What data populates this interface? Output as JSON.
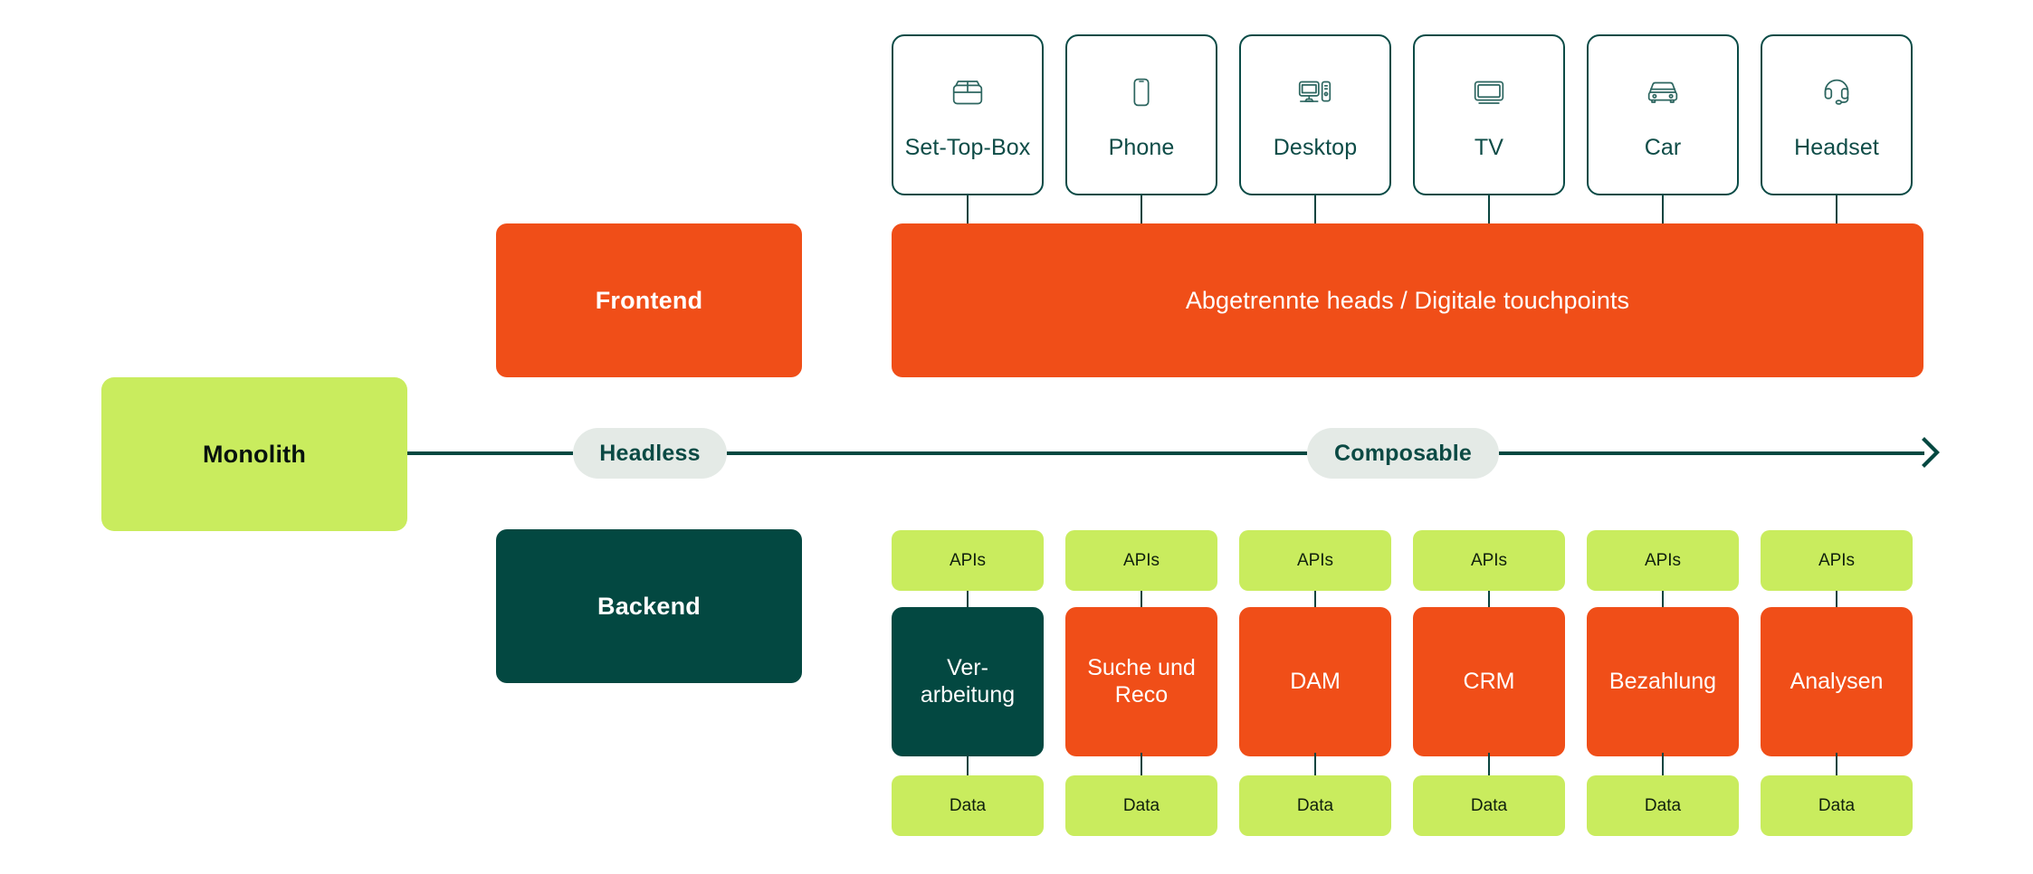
{
  "colors": {
    "orange": "#F04E18",
    "green": "#C9EC5E",
    "teal": "#034841",
    "teal_border": "#0A4B46",
    "pill_grey": "#E4EAE6",
    "white": "#FFFFFF",
    "dark_text": "#10200D"
  },
  "devices": [
    {
      "label": "Set-Top-Box",
      "icon": "set-top-box-icon"
    },
    {
      "label": "Phone",
      "icon": "phone-icon"
    },
    {
      "label": "Desktop",
      "icon": "desktop-icon"
    },
    {
      "label": "TV",
      "icon": "tv-icon"
    },
    {
      "label": "Car",
      "icon": "car-icon"
    },
    {
      "label": "Headset",
      "icon": "headset-icon"
    }
  ],
  "layers": {
    "frontend_label": "Frontend",
    "backend_label": "Backend",
    "heads_banner": "Abgetrennte heads / Digitale touchpoints"
  },
  "spectrum": {
    "start_label": "Monolith",
    "pill_left": "Headless",
    "pill_right": "Composable",
    "arrow": "arrow-right-icon"
  },
  "services": [
    {
      "api": "APIs",
      "name": "Ver-\narbeitung",
      "name_line1": "Ver-",
      "name_line2": "arbeitung",
      "color": "teal",
      "data": "Data"
    },
    {
      "api": "APIs",
      "name": "Suche und Reco",
      "name_line1": "Suche und",
      "name_line2": "Reco",
      "color": "orange",
      "data": "Data"
    },
    {
      "api": "APIs",
      "name": "DAM",
      "name_line1": "DAM",
      "name_line2": "",
      "color": "orange",
      "data": "Data"
    },
    {
      "api": "APIs",
      "name": "CRM",
      "name_line1": "CRM",
      "name_line2": "",
      "color": "orange",
      "data": "Data"
    },
    {
      "api": "APIs",
      "name": "Bezahlung",
      "name_line1": "Bezahlung",
      "name_line2": "",
      "color": "orange",
      "data": "Data"
    },
    {
      "api": "APIs",
      "name": "Analysen",
      "name_line1": "Analysen",
      "name_line2": "",
      "color": "orange",
      "data": "Data"
    }
  ]
}
